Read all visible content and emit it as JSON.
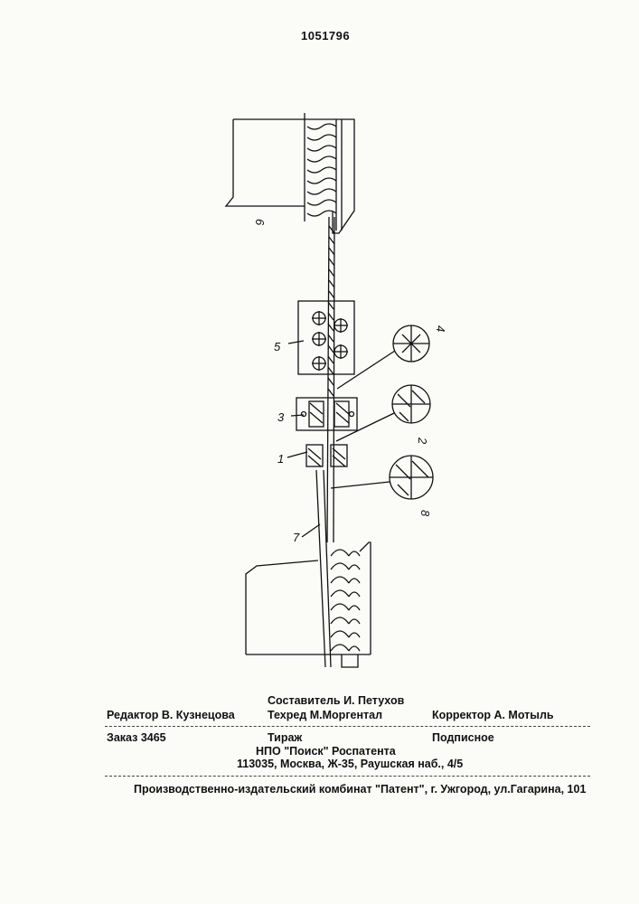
{
  "patent_number": "1051796",
  "figure_labels": {
    "l1": "1",
    "l2": "2",
    "l3": "3",
    "l4": "4",
    "l5": "5",
    "l6": "6",
    "l7": "7",
    "l8": "8"
  },
  "credits": {
    "compiler": "Составитель  И. Петухов",
    "editor": "Редактор В. Кузнецова",
    "techred": "Техред М.Моргентал",
    "corrector": "Корректор А. Мотыль"
  },
  "order": {
    "order_no": "Заказ 3465",
    "print_run": "Тираж",
    "subscription": "Подписное",
    "org": "НПО \"Поиск\" Роспатента",
    "address": "113035, Москва, Ж-35, Раушская наб., 4/5"
  },
  "publisher": "Производственно-издательский комбинат \"Патент\", г. Ужгород, ул.Гагарина, 101"
}
